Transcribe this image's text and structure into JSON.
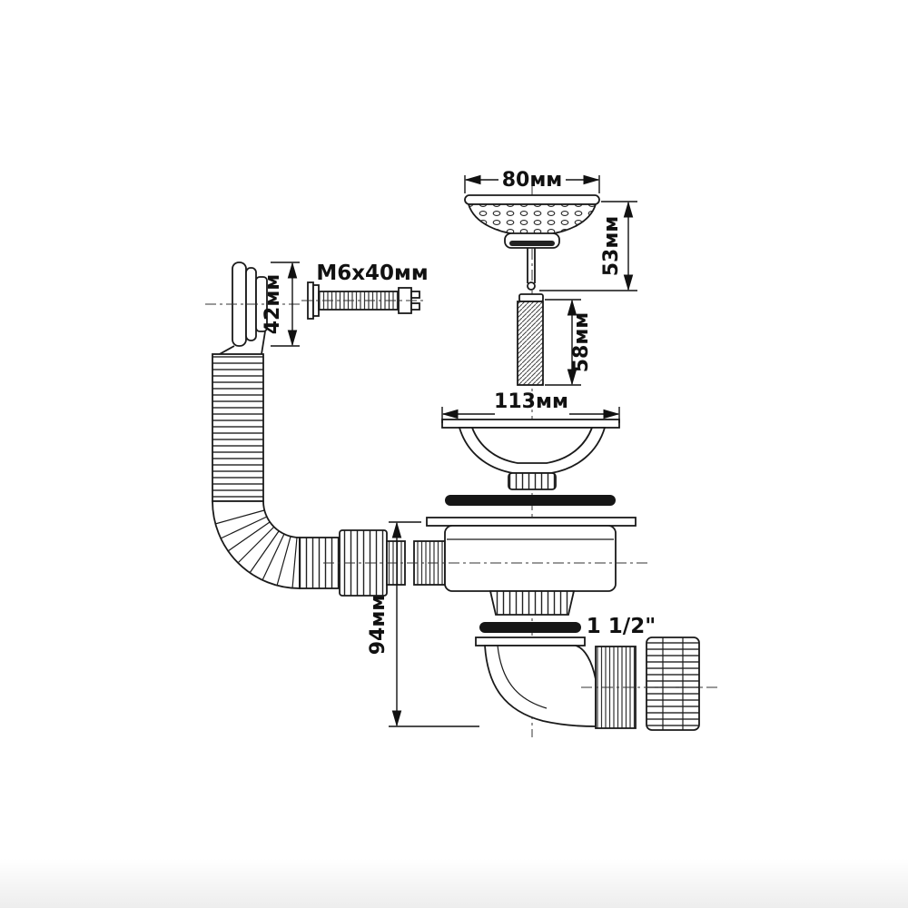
{
  "diagram": {
    "labels": {
      "strainer_width": "80мм",
      "strainer_height": "53мм",
      "screw_length": "58мм",
      "bolt_spec": "М6х40мм",
      "overflow_cap_height": "42мм",
      "flange_width": "113мм",
      "body_height": "94мм",
      "outlet_size": "1 1/2\""
    },
    "colors": {
      "line": "#1a1a1a",
      "gasket": "#161616",
      "background": "#ffffff"
    }
  }
}
